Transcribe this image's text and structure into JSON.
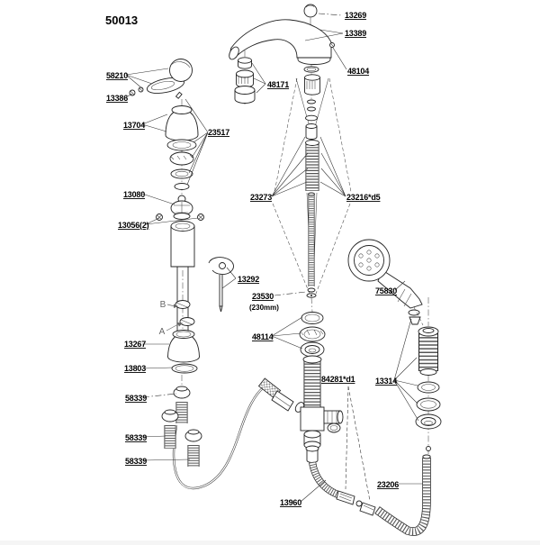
{
  "diagram": {
    "title": "50013",
    "labels": {
      "l13269": "13269",
      "l13389": "13389",
      "l48104": "48104",
      "l48171": "48171",
      "l58210": "58210",
      "l13386": "13386",
      "l13704": "13704",
      "l23517": "23517",
      "l13080": "13080",
      "l13056": "13056(2)",
      "l23273": "23273",
      "l23216": "23216*d5",
      "l13292": "13292",
      "l23530": "23530",
      "l23530dim": "(230mm)",
      "l48114": "48114",
      "l75830": "75830",
      "l13267": "13267",
      "l13803": "13803",
      "l58339a": "58339",
      "l58339b": "58339",
      "l58339c": "58339",
      "l84281": "84281*d1",
      "l13314": "13314",
      "l13960": "13960",
      "l23206": "23206"
    },
    "markers": {
      "a": "A",
      "b": "B"
    },
    "colors": {
      "line": "#1a1a1a",
      "background": "#ffffff"
    }
  }
}
